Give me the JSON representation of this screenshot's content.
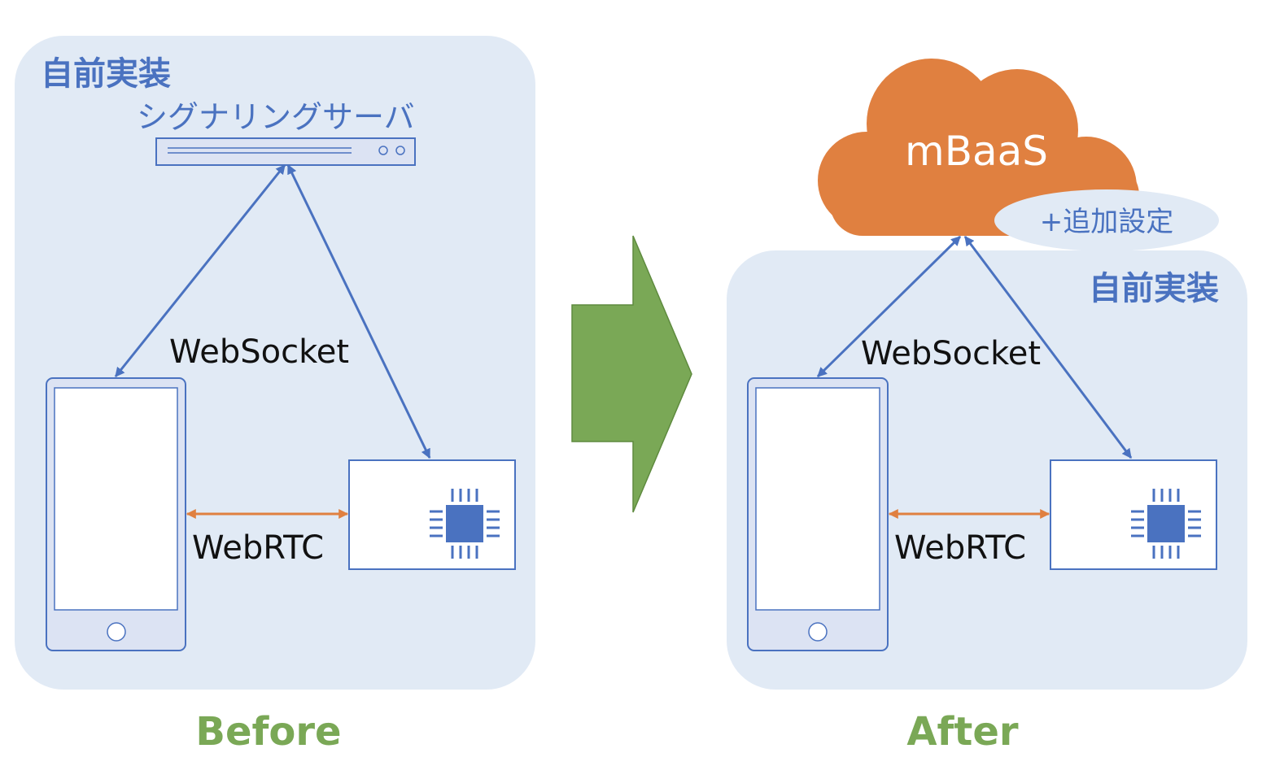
{
  "before": {
    "panel_title": "自前実装",
    "server_label": "シグナリングサーバ",
    "websocket_label": "WebSocket",
    "webrtc_label": "WebRTC",
    "caption": "Before"
  },
  "after": {
    "cloud_label": "mBaaS",
    "extra_label": "+追加設定",
    "panel_title": "自前実装",
    "websocket_label": "WebSocket",
    "webrtc_label": "WebRTC",
    "caption": "After"
  },
  "colors": {
    "panel_bg": "#e1eaf5",
    "accent_blue": "#4a72c0",
    "orange": "#e08040",
    "green": "#7aa856",
    "phone_fill": "#dce3f3"
  }
}
